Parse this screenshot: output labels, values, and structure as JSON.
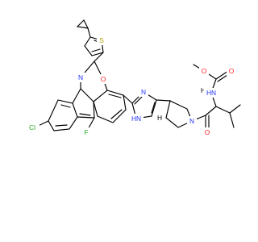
{
  "molecule": {
    "atoms": [
      {
        "id": "cl",
        "text": "Cl",
        "color": "#22aa22"
      },
      {
        "id": "n_ind",
        "text": "N",
        "color": "#2233ff"
      },
      {
        "id": "s_thio",
        "text": "S",
        "color": "#b3a000"
      },
      {
        "id": "o_ring",
        "text": "O",
        "color": "#ff2222"
      },
      {
        "id": "f",
        "text": "F",
        "color": "#22aa22"
      },
      {
        "id": "n_imid",
        "text": "N",
        "color": "#2233ff"
      },
      {
        "id": "nh_imid",
        "text": "HN",
        "color": "#2233ff"
      },
      {
        "id": "n_pyr",
        "text": "N",
        "color": "#2233ff"
      },
      {
        "id": "o_amide",
        "text": "O",
        "color": "#ff2222"
      },
      {
        "id": "nh_carb",
        "text": "HN",
        "color": "#2233ff"
      },
      {
        "id": "o_carb",
        "text": "O",
        "color": "#ff2222"
      },
      {
        "id": "o_ester",
        "text": "O",
        "color": "#ff2222"
      }
    ],
    "stereo_marks": [
      {
        "id": "h_abs1",
        "text": "H",
        "color": "#000000"
      },
      {
        "id": "h_abs2",
        "text": "H",
        "color": "#000000"
      }
    ]
  }
}
